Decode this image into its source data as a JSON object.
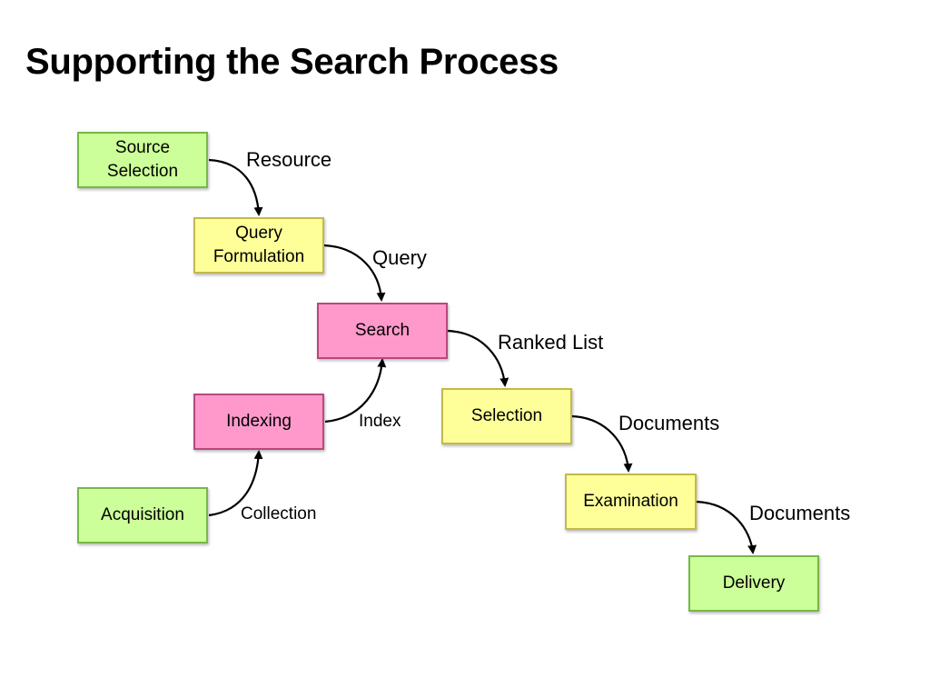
{
  "title": "Supporting the Search Process",
  "colors": {
    "green_fill": "#ccff99",
    "green_border": "#77b748",
    "yellow_fill": "#ffff99",
    "yellow_border": "#c2b94a",
    "pink_fill": "#ff99cc",
    "pink_border": "#b8487e",
    "arrow": "#000000"
  },
  "nodes": {
    "source_selection": "Source\nSelection",
    "query_formulation": "Query\nFormulation",
    "search": "Search",
    "indexing": "Indexing",
    "acquisition": "Acquisition",
    "selection": "Selection",
    "examination": "Examination",
    "delivery": "Delivery"
  },
  "edges": {
    "resource": "Resource",
    "query": "Query",
    "ranked_list": "Ranked List",
    "index": "Index",
    "collection": "Collection",
    "documents_1": "Documents",
    "documents_2": "Documents"
  }
}
